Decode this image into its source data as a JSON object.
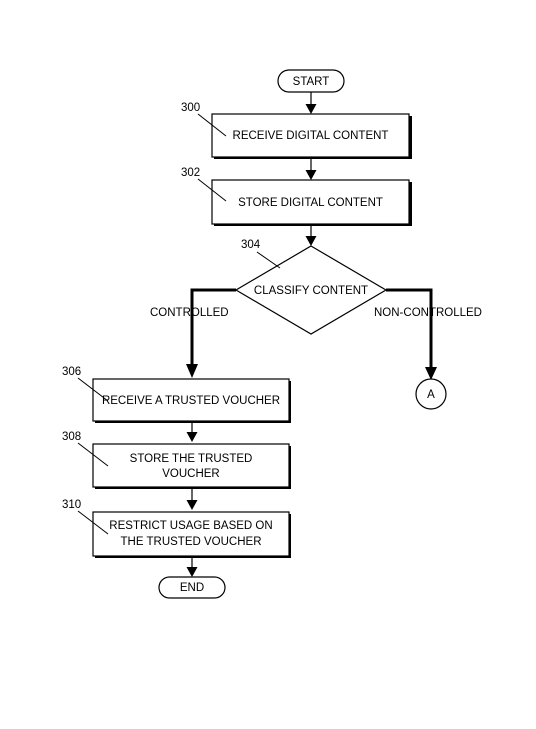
{
  "start_label": "START",
  "end_label": "END",
  "steps": [
    {
      "ref": "300",
      "lines": [
        "RECEIVE DIGITAL CONTENT"
      ]
    },
    {
      "ref": "302",
      "lines": [
        "STORE DIGITAL CONTENT"
      ]
    },
    {
      "ref": "306",
      "lines": [
        "RECEIVE A TRUSTED VOUCHER"
      ]
    },
    {
      "ref": "308",
      "lines": [
        "STORE THE TRUSTED",
        "VOUCHER"
      ]
    },
    {
      "ref": "310",
      "lines": [
        "RESTRICT USAGE BASED ON",
        "THE TRUSTED VOUCHER"
      ]
    }
  ],
  "decision": {
    "ref": "304",
    "label": "CLASSIFY CONTENT"
  },
  "branches": {
    "left": "CONTROLLED",
    "right": "NON-CONTROLLED"
  },
  "connector": "A"
}
